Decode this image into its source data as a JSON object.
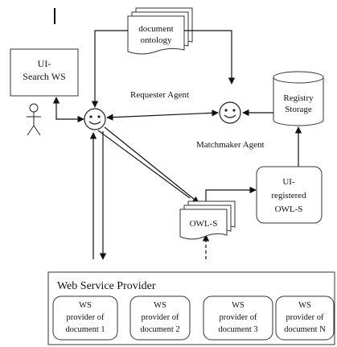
{
  "ui_search": {
    "line1": "UI-",
    "line2": "Search WS"
  },
  "document_ontology": {
    "line1": "document",
    "line2": "ontology"
  },
  "requester_agent": {
    "label": "Requester Agent"
  },
  "matchmaker_agent": {
    "label": "Matchmaker Agent"
  },
  "registry_storage": {
    "line1": "Registry",
    "line2": "Storage"
  },
  "owl_s": {
    "label": "OWL-S"
  },
  "ui_registered": {
    "line1": "UI-",
    "line2": "registered",
    "line3": "OWL-S"
  },
  "web_service_provider": {
    "title": "Web Service Provider",
    "providers": [
      {
        "line1": "WS",
        "line2": "provider of",
        "line3": "document 1"
      },
      {
        "line1": "WS",
        "line2": "provider of",
        "line3": "document 2"
      },
      {
        "line1": "WS",
        "line2": "provider of",
        "line3": "document 3"
      },
      {
        "line1": "WS",
        "line2": "provider of",
        "line3": "document N"
      }
    ]
  }
}
